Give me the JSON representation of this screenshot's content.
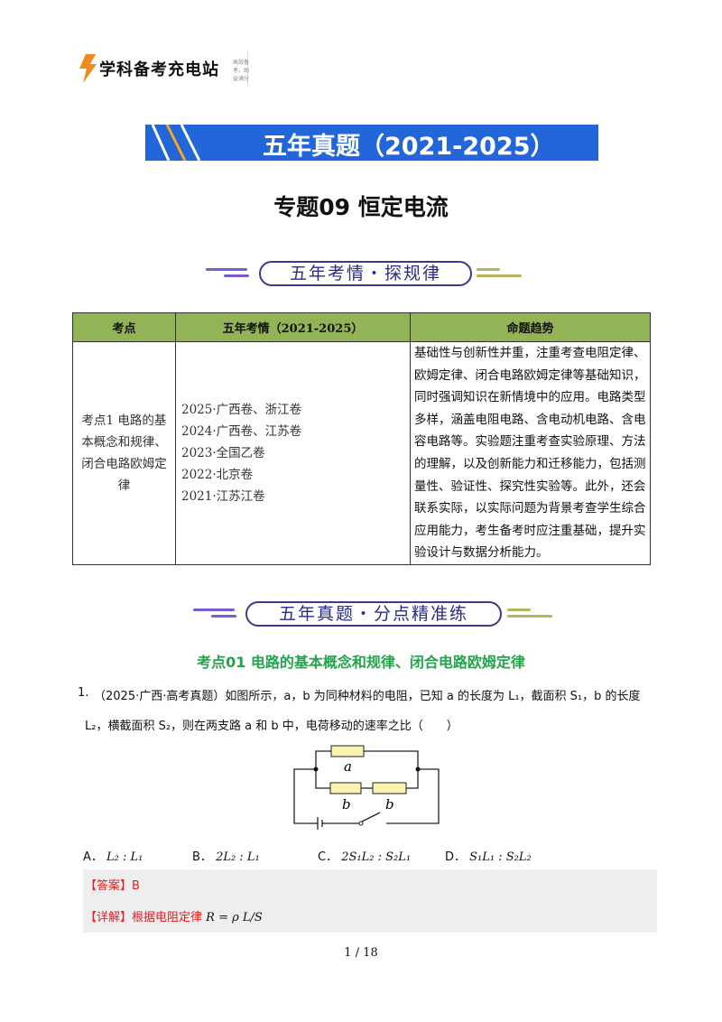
{
  "logo": {
    "name": "学科备考充电站",
    "tagline": "高效备考，助益满分",
    "accent": "#f08a1c"
  },
  "banner": {
    "title": "五年真题（2021-2025）",
    "color": "#2266d9"
  },
  "doc_title": "专题09  恒定电流",
  "section1_label": "五年考情・探规律",
  "table": {
    "headers": [
      "考点",
      "五年考情（2021-2025）",
      "命题趋势"
    ],
    "header_color": "#92b356",
    "rows": [
      {
        "topic": "考点1 电路的基本概念和规律、闭合电路欧姆定律",
        "years": [
          "2025·广西卷、浙江卷",
          "2024·广西卷、江苏卷",
          "2023·全国乙卷",
          "2022·北京卷",
          "2021·江苏江卷"
        ],
        "trend": "基础性与创新性并重，注重考查电阻定律、欧姆定律、闭合电路欧姆定律等基础知识，同时强调知识在新情境中的应用。电路类型多样，涵盖电阻电路、含电动机电路、含电容电路等。实验题注重考查实验原理、方法的理解，以及创新能力和迁移能力，包括测量性、验证性、探究性实验等。此外，还会联系实际，以实际问题为背景考查学生综合应用能力，考生备考时应注重基础，提升实验设计与数据分析能力。"
      }
    ]
  },
  "section2_label": "五年真题・分点精准练",
  "section_title": "考点01  电路的基本概念和规律、闭合电路欧姆定律",
  "question": {
    "number": "1.",
    "source": "（2025·广西·高考真题）",
    "line1": "如图所示，a，b 为同种材料的电阻，已知 a 的长度为 L₁，截面积 S₁，b 的长度",
    "line2": "L₂，横截面积 S₂，则在两支路 a 和 b 中，电荷移动的速率之比（　　）",
    "figure_labels": {
      "top": "a",
      "bottom_left": "b",
      "bottom_right": "b"
    },
    "options": [
      {
        "key": "A．",
        "text": "L₂ : L₁"
      },
      {
        "key": "B．",
        "text": "2L₂ : L₁"
      },
      {
        "key": "C．",
        "text": "2S₁L₂ : S₂L₁"
      },
      {
        "key": "D．",
        "text": "S₁L₁ : S₂L₂"
      }
    ]
  },
  "answer": {
    "label": "【答案】",
    "value": "B"
  },
  "explanation": {
    "label": "【详解】",
    "text": "根据电阻定律",
    "formula": "R = ρ L/S"
  },
  "page_number": "1 / 18"
}
